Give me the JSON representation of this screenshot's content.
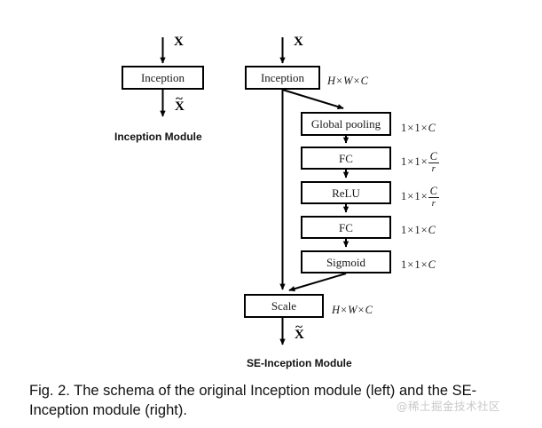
{
  "figure": {
    "caption": "Fig. 2. The schema of the original Inception module (left) and the SE-Inception module (right).",
    "watermark": "@稀土掘金技术社区"
  },
  "left_module": {
    "label": "Inception Module",
    "input_symbol": "X",
    "output_symbol": "X",
    "blocks": [
      {
        "id": "inception",
        "label": "Inception"
      }
    ]
  },
  "right_module": {
    "label": "SE-Inception Module",
    "input_symbol": "X",
    "output_symbol": "X",
    "blocks": [
      {
        "id": "inception",
        "label": "Inception"
      },
      {
        "id": "global-pooling",
        "label": "Global pooling"
      },
      {
        "id": "fc1",
        "label": "FC"
      },
      {
        "id": "relu",
        "label": "ReLU"
      },
      {
        "id": "fc2",
        "label": "FC"
      },
      {
        "id": "sigmoid",
        "label": "Sigmoid"
      },
      {
        "id": "scale",
        "label": "Scale"
      }
    ],
    "dimensions": {
      "inception_out": {
        "a": "H",
        "b": "W",
        "c": "C"
      },
      "global_pooling_out": {
        "a": "1",
        "b": "1",
        "c": "C"
      },
      "fc1_out": {
        "a": "1",
        "b": "1",
        "num": "C",
        "den": "r"
      },
      "relu_out": {
        "a": "1",
        "b": "1",
        "num": "C",
        "den": "r"
      },
      "fc2_out": {
        "a": "1",
        "b": "1",
        "c": "C"
      },
      "sigmoid_out": {
        "a": "1",
        "b": "1",
        "c": "C"
      },
      "scale_out": {
        "a": "H",
        "b": "W",
        "c": "C"
      }
    },
    "times_symbol": "×"
  }
}
